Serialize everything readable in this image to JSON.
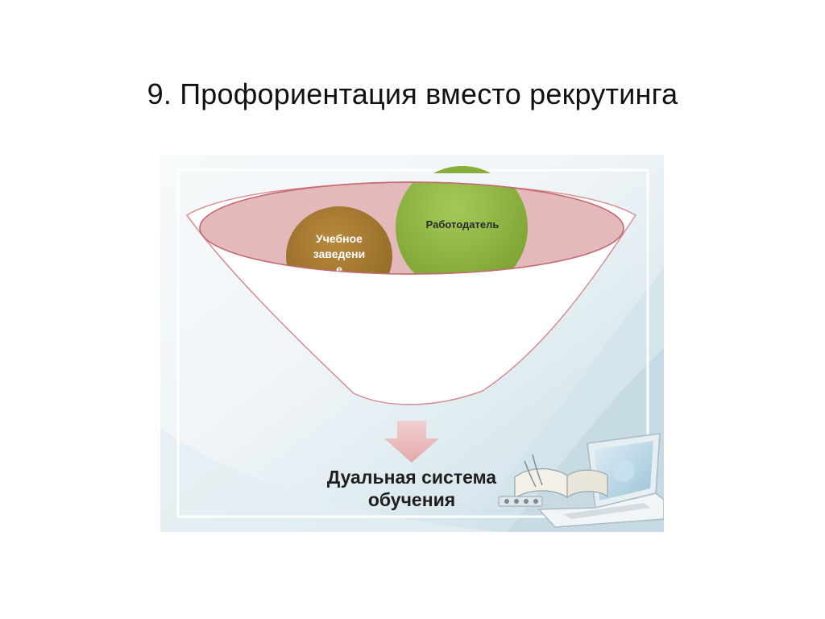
{
  "slide": {
    "title": "9. Профориентация вместо рекрутинга"
  },
  "diagram": {
    "circle_employer": {
      "label": "Работодатель",
      "color": "#8cb43c"
    },
    "circle_school": {
      "label_lines": [
        "Учебное",
        "заведени",
        "е"
      ],
      "color": "#a6792e"
    },
    "funnel_rim_color": "#e3b6b9",
    "funnel_outline_color": "#c46a70",
    "arrow_color": "#e9b8b8",
    "result_lines": [
      "Дуальная система",
      "обучения"
    ]
  }
}
